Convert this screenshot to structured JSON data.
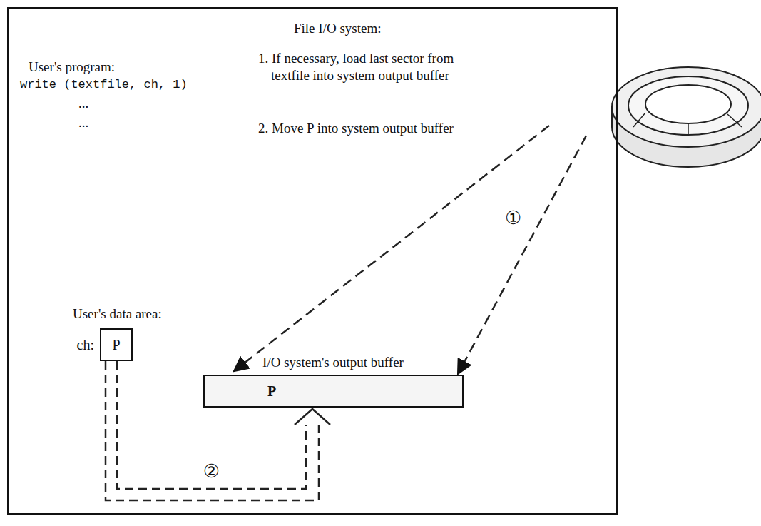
{
  "diagram": {
    "nodes": [
      {
        "text": [
          "User's program:",
          "write (textfile, ch, 1)",
          "...",
          "...",
          "File I/O system:",
          "1. If necessary, load last sector from textfile into system output buffer",
          "2. Move P into system output buffer",
          "User's data area:"
        ]
      },
      {
        "text": [
          "ch:",
          "P"
        ],
        "in": 0
      },
      {
        "text": [
          "I/O system's output buffer",
          "P"
        ],
        "in": 0
      }
    ],
    "edges": [
      {
        "from": 1,
        "to": 2,
        "arrow": "to",
        "label": "②"
      }
    ],
    "labels": [
      "①"
    ]
  }
}
